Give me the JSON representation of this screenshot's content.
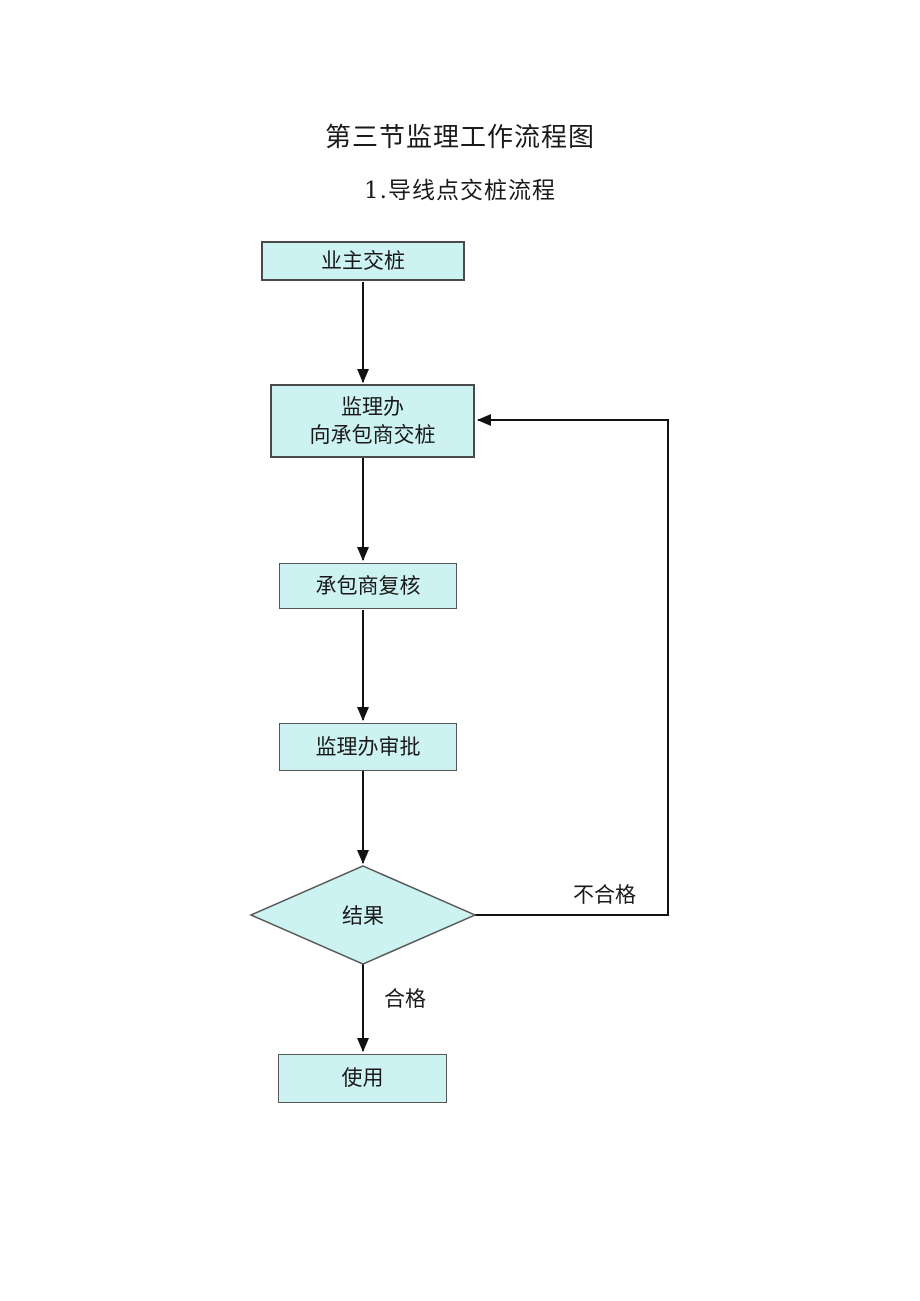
{
  "document": {
    "title": "第三节监理工作流程图",
    "subtitle": "1.导线点交桩流程"
  },
  "flowchart": {
    "nodes": {
      "owner": {
        "label": "业主交桩"
      },
      "handover": {
        "line1": "监理办",
        "line2": "向承包商交桩"
      },
      "review": {
        "label": "承包商复核"
      },
      "approval": {
        "label": "监理办审批"
      },
      "result": {
        "label": "结果"
      },
      "use": {
        "label": "使用"
      }
    },
    "edges": {
      "fail_label": "不合格",
      "pass_label": "合格"
    },
    "colors": {
      "node_fill": "#CDF2F2",
      "node_border": "#4A4A4A",
      "line": "#111111"
    }
  }
}
